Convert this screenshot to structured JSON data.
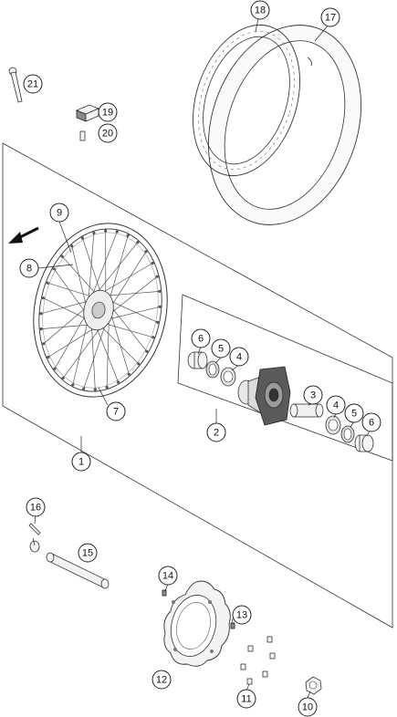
{
  "diagram": {
    "callouts": [
      {
        "id": "c1",
        "label": "1"
      },
      {
        "id": "c2",
        "label": "2"
      },
      {
        "id": "c3",
        "label": "3"
      },
      {
        "id": "c4a",
        "label": "4"
      },
      {
        "id": "c4b",
        "label": "4"
      },
      {
        "id": "c5a",
        "label": "5"
      },
      {
        "id": "c5b",
        "label": "5"
      },
      {
        "id": "c6a",
        "label": "6"
      },
      {
        "id": "c6b",
        "label": "6"
      },
      {
        "id": "c7",
        "label": "7"
      },
      {
        "id": "c8",
        "label": "8"
      },
      {
        "id": "c9",
        "label": "9"
      },
      {
        "id": "c10",
        "label": "10"
      },
      {
        "id": "c11",
        "label": "11"
      },
      {
        "id": "c12",
        "label": "12"
      },
      {
        "id": "c13",
        "label": "13"
      },
      {
        "id": "c14",
        "label": "14"
      },
      {
        "id": "c15",
        "label": "15"
      },
      {
        "id": "c16",
        "label": "16"
      },
      {
        "id": "c17",
        "label": "17"
      },
      {
        "id": "c18",
        "label": "18"
      },
      {
        "id": "c19",
        "label": "19"
      },
      {
        "id": "c20",
        "label": "20"
      },
      {
        "id": "c21",
        "label": "21"
      }
    ],
    "icons": {
      "direction_arrow": "arrow-down-left-icon"
    }
  }
}
